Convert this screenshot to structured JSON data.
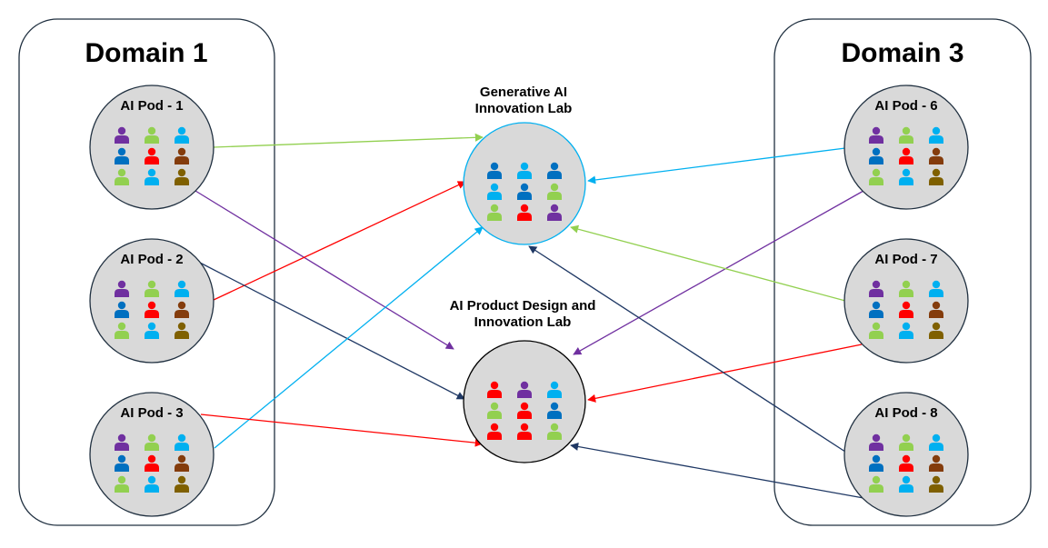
{
  "colors": {
    "purple": "#7030a0",
    "green": "#92d050",
    "cyan": "#00b0f0",
    "blue": "#0070c0",
    "red": "#ff0000",
    "brown": "#843c0c",
    "olive": "#7f6000",
    "navy": "#1f3864",
    "node_fill": "#d9d9d9",
    "node_stroke": "#203040",
    "lab1_stroke": "#00b0f0"
  },
  "domains": [
    {
      "id": "domain-1",
      "title": "Domain 1"
    },
    {
      "id": "domain-3",
      "title": "Domain 3"
    }
  ],
  "pods": [
    {
      "id": "pod-1",
      "label": "AI Pod - 1",
      "domain": "domain-1",
      "icons": [
        "purple",
        "green",
        "cyan",
        "blue",
        "red",
        "brown",
        "green",
        "cyan",
        "olive"
      ]
    },
    {
      "id": "pod-2",
      "label": "AI Pod - 2",
      "domain": "domain-1",
      "icons": [
        "purple",
        "green",
        "cyan",
        "blue",
        "red",
        "brown",
        "green",
        "cyan",
        "olive"
      ]
    },
    {
      "id": "pod-3",
      "label": "AI Pod - 3",
      "domain": "domain-1",
      "icons": [
        "purple",
        "green",
        "cyan",
        "blue",
        "red",
        "brown",
        "green",
        "cyan",
        "olive"
      ]
    },
    {
      "id": "pod-6",
      "label": "AI Pod - 6",
      "domain": "domain-3",
      "icons": [
        "purple",
        "green",
        "cyan",
        "blue",
        "red",
        "brown",
        "green",
        "cyan",
        "olive"
      ]
    },
    {
      "id": "pod-7",
      "label": "AI Pod - 7",
      "domain": "domain-3",
      "icons": [
        "purple",
        "green",
        "cyan",
        "blue",
        "red",
        "brown",
        "green",
        "cyan",
        "olive"
      ]
    },
    {
      "id": "pod-8",
      "label": "AI Pod - 8",
      "domain": "domain-3",
      "icons": [
        "purple",
        "green",
        "cyan",
        "blue",
        "red",
        "brown",
        "green",
        "cyan",
        "olive"
      ]
    }
  ],
  "labs": [
    {
      "id": "lab-genai",
      "title_lines": [
        "Generative AI",
        "Innovation Lab"
      ],
      "icons": [
        "blue",
        "cyan",
        "blue",
        "cyan",
        "blue",
        "green",
        "green",
        "red",
        "purple"
      ]
    },
    {
      "id": "lab-product",
      "title_lines": [
        "AI Product Design and",
        "Innovation Lab"
      ],
      "icons": [
        "red",
        "purple",
        "cyan",
        "green",
        "red",
        "blue",
        "red",
        "red",
        "green"
      ]
    }
  ],
  "connections": [
    {
      "from": "pod-1",
      "to": "lab-genai",
      "color": "green"
    },
    {
      "from": "pod-1",
      "to": "lab-product",
      "color": "purple"
    },
    {
      "from": "pod-2",
      "to": "lab-genai",
      "color": "red"
    },
    {
      "from": "pod-2",
      "to": "lab-product",
      "color": "navy"
    },
    {
      "from": "pod-3",
      "to": "lab-genai",
      "color": "cyan"
    },
    {
      "from": "pod-3",
      "to": "lab-product",
      "color": "red"
    },
    {
      "from": "pod-6",
      "to": "lab-genai",
      "color": "cyan"
    },
    {
      "from": "pod-6",
      "to": "lab-product",
      "color": "purple"
    },
    {
      "from": "pod-7",
      "to": "lab-genai",
      "color": "green"
    },
    {
      "from": "pod-7",
      "to": "lab-product",
      "color": "red"
    },
    {
      "from": "pod-8",
      "to": "lab-genai",
      "color": "navy"
    },
    {
      "from": "pod-8",
      "to": "lab-product",
      "color": "navy"
    }
  ]
}
